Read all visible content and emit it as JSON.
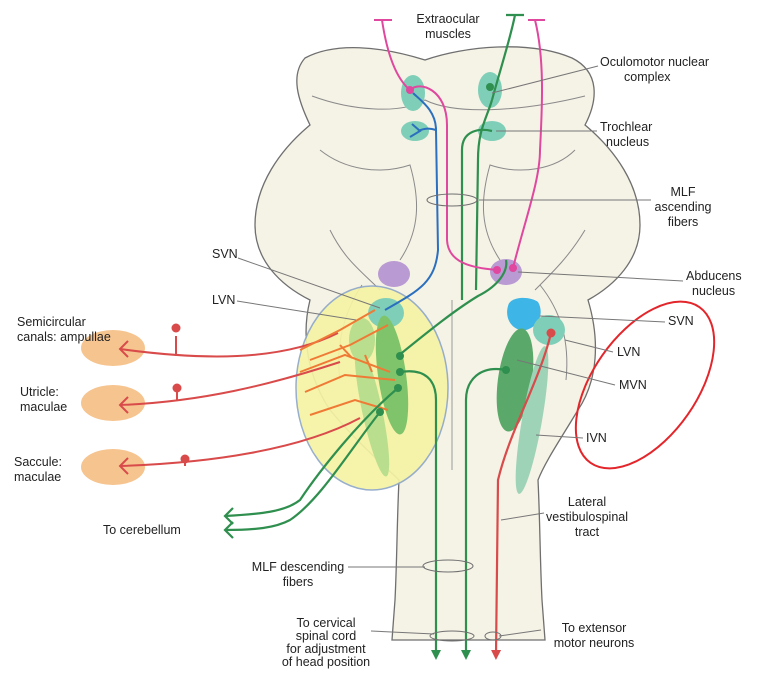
{
  "labels": {
    "extraocular_1": "Extraocular",
    "extraocular_2": "muscles",
    "oculomotor_1": "Oculomotor nuclear",
    "oculomotor_2": "complex",
    "trochlear_1": "Trochlear",
    "trochlear_2": "nucleus",
    "mlf_asc_1": "MLF",
    "mlf_asc_2": "ascending",
    "mlf_asc_3": "fibers",
    "abducens_1": "Abducens",
    "abducens_2": "nucleus",
    "svn_left": "SVN",
    "lvn_left": "LVN",
    "svn_right": "SVN",
    "lvn_right": "LVN",
    "mvn": "MVN",
    "ivn": "IVN",
    "semicircular_1": "Semicircular",
    "semicircular_2": "canals: ampullae",
    "utricle_1": "Utricle:",
    "utricle_2": "maculae",
    "saccule_1": "Saccule:",
    "saccule_2": "maculae",
    "lateral_tract_1": "Lateral",
    "lateral_tract_2": "vestibulospinal",
    "lateral_tract_3": "tract",
    "to_cerebellum": "To cerebellum",
    "mlf_desc_1": "MLF descending",
    "mlf_desc_2": "fibers",
    "cervical_1": "To cervical",
    "cervical_2": "spinal cord",
    "cervical_3": "for adjustment",
    "cervical_4": "of head position",
    "extensor_1": "To extensor",
    "extensor_2": "motor neurons"
  },
  "colors": {
    "brainstem_fill": "#f5f2e6",
    "outline": "#6f6f6f",
    "nucleus_teal": "#7fcfb8",
    "abducens_purple": "#b99ad3",
    "svn_blue": "#3db5e6",
    "vestibular_green_light": "#b9de8e",
    "vestibular_green_mid": "#7fc46a",
    "vestibular_green_dark": "#5aa86a",
    "yellow_region": "#f6f3a4",
    "organ_orange": "#f6c48f",
    "afferent_red": "#d94a4a",
    "fiber_orange": "#ef7a35",
    "tract_green": "#2f8f4e",
    "pink_fiber": "#e0479e",
    "blue_fiber": "#2b6fbf",
    "highlight_red": "#e3262b"
  }
}
